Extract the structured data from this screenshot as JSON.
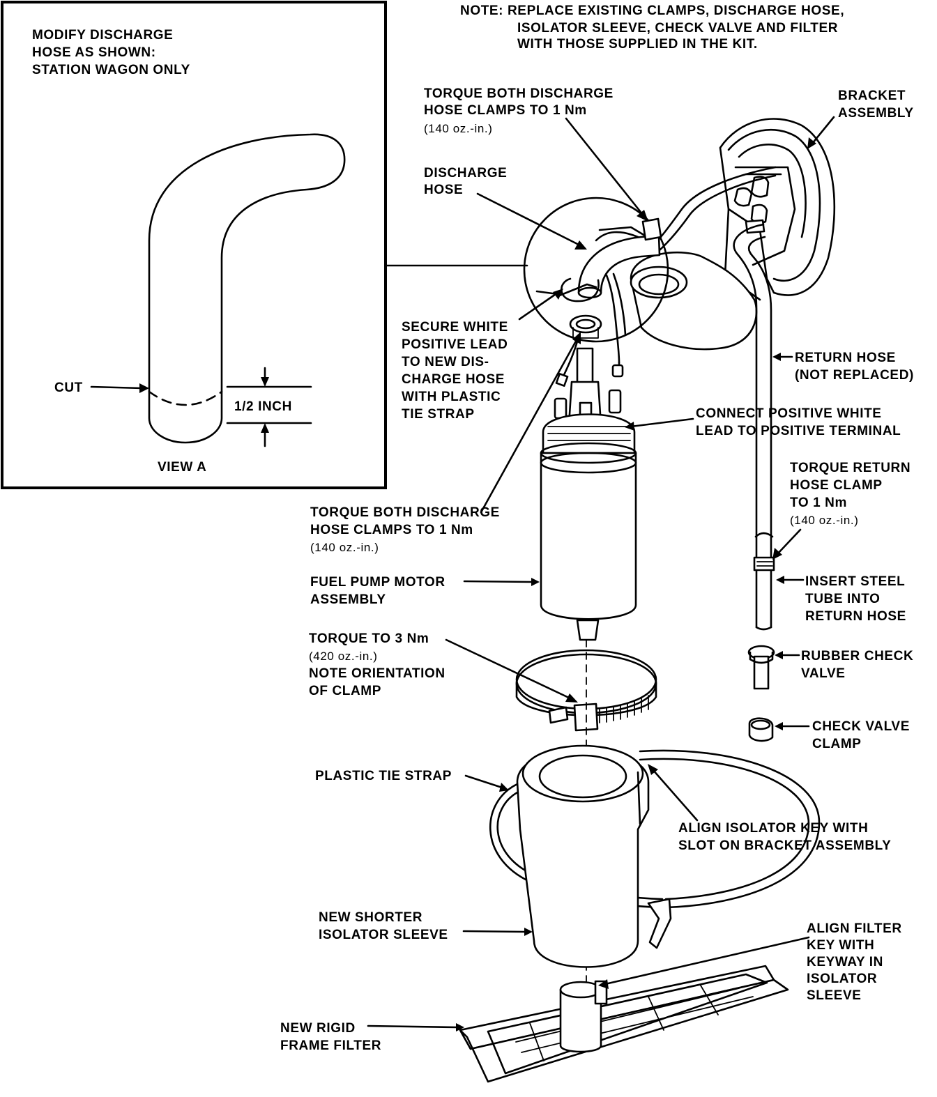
{
  "note": {
    "lines": [
      "NOTE:  REPLACE EXISTING CLAMPS, DISCHARGE HOSE,",
      "ISOLATOR SLEEVE, CHECK VALVE AND FILTER",
      "WITH THOSE SUPPLIED IN THE KIT."
    ]
  },
  "view_a": {
    "heading": [
      "MODIFY DISCHARGE",
      "HOSE AS SHOWN:",
      "STATION WAGON ONLY"
    ],
    "cut_label": "CUT",
    "dimension_label": "1/2 INCH",
    "caption": "VIEW A"
  },
  "labels": {
    "torque_top": [
      "TORQUE BOTH DISCHARGE",
      "HOSE CLAMPS TO 1 Nm",
      "(140 oz.-in.)"
    ],
    "bracket": [
      "BRACKET",
      "ASSEMBLY"
    ],
    "discharge_hose": [
      "DISCHARGE",
      "HOSE"
    ],
    "secure_lead": [
      "SECURE WHITE",
      "POSITIVE LEAD",
      "TO NEW DIS-",
      "CHARGE HOSE",
      "WITH PLASTIC",
      "TIE STRAP"
    ],
    "return_hose": [
      "RETURN HOSE",
      "(NOT REPLACED)"
    ],
    "connect_lead": [
      "CONNECT POSITIVE WHITE",
      "LEAD TO POSITIVE TERMINAL"
    ],
    "torque_return": [
      "TORQUE RETURN",
      "HOSE CLAMP",
      "TO 1 Nm",
      "(140 oz.-in.)"
    ],
    "torque_mid": [
      "TORQUE BOTH DISCHARGE",
      "HOSE CLAMPS TO 1 Nm",
      "(140 oz.-in.)"
    ],
    "fuel_pump": [
      "FUEL PUMP MOTOR",
      "ASSEMBLY"
    ],
    "insert_steel": [
      "INSERT STEEL",
      "TUBE INTO",
      "RETURN HOSE"
    ],
    "torque_3nm": [
      "TORQUE TO 3 Nm",
      "(420 oz.-in.)",
      "NOTE ORIENTATION",
      "OF CLAMP"
    ],
    "rubber_check": [
      "RUBBER CHECK",
      "VALVE"
    ],
    "check_clamp": [
      "CHECK VALVE",
      "CLAMP"
    ],
    "tie_strap": [
      "PLASTIC TIE STRAP"
    ],
    "align_isolator": [
      "ALIGN ISOLATOR KEY WITH",
      "SLOT ON BRACKET ASSEMBLY"
    ],
    "shorter_sleeve": [
      "NEW SHORTER",
      "ISOLATOR SLEEVE"
    ],
    "align_filter": [
      "ALIGN FILTER",
      "KEY WITH",
      "KEYWAY IN",
      "ISOLATOR",
      "SLEEVE"
    ],
    "rigid_filter": [
      "NEW RIGID",
      "FRAME FILTER"
    ]
  }
}
